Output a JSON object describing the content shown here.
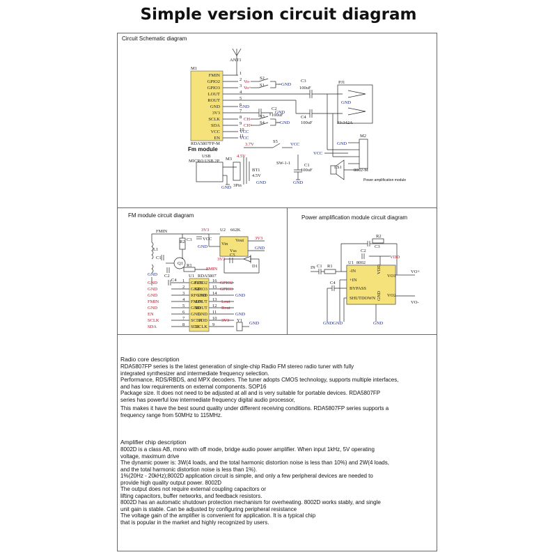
{
  "title": "Simple version circuit diagram",
  "sections": {
    "schematic": "Circuit Schematic diagram",
    "fm": "FM module circuit diagram",
    "amp": "Power amplification module circuit diagram"
  },
  "schematic": {
    "ant": "ANT1",
    "m1": "M1",
    "pins": [
      "FMIN",
      "GPIO2",
      "GPIO3",
      "LOUT",
      "ROUT",
      "GND",
      "3V3",
      "SCLK",
      "SDA",
      "VCC",
      "EN"
    ],
    "pin_numbers": [
      "1",
      "2",
      "3",
      "4",
      "5",
      "6",
      "7",
      "8",
      "9",
      "10",
      "11"
    ],
    "chip_name": "RDA5807FP-M",
    "fm_module": "Fm module",
    "vol_minus": "Vo-",
    "vol_plus": "Vo+",
    "ch_minus": "CH-",
    "ch_plus": "CH+",
    "s1": "S1",
    "s2": "S2",
    "s3": "S3",
    "s4": "S4",
    "s5": "S5",
    "gnd": "GND",
    "vcc": "VCC",
    "c2": "C2",
    "c2_val": "100uF",
    "c3": "C3",
    "c3_val": "100uF",
    "c4": "C4",
    "c4_val": "100uF",
    "pj1": "PJ1",
    "pj_part": "PJ-342A",
    "m2": "M2",
    "m2_part": "8002-M",
    "m2_caption": "Power amplification module",
    "ls1": "LS1",
    "usb": "USB",
    "micro_usb": "MICRO USB 2P",
    "m3": "M3",
    "m3_part": "3Pin",
    "v37": "3.7V",
    "v45": "4.5V",
    "bt1": "BT1",
    "bt_val": "4.5V",
    "sw": "SW-1-1",
    "c1": "C1",
    "c1_val": "100uF"
  },
  "fm_circuit": {
    "fmin": "FMIN",
    "r2": "R2",
    "r1": "R1",
    "l1": "L1",
    "c3": "C3",
    "c2": "C2",
    "c1": "C1",
    "q1": "Q1",
    "v3v3": "3V3",
    "vcc": "VCC",
    "u2": "U2",
    "u2_part": "662K",
    "vout": "Vout",
    "vin": "Vin",
    "vss": "Vss",
    "c5": "C5",
    "d1": "D1",
    "gnd": "GND",
    "u1": "U1",
    "u1_part": "RDA5807",
    "left_nets": [
      "GND",
      "GND",
      "GND",
      "FMIN",
      "GND",
      "EN",
      "SCLK",
      "SDA"
    ],
    "left_pins": [
      "GPIO1",
      "GND",
      "RFGND",
      "FMIN",
      "GND",
      "GND",
      "SCLK",
      "SDA"
    ],
    "left_nums": [
      "1",
      "2",
      "3",
      "4",
      "5",
      "6",
      "7",
      "8"
    ],
    "right_pins": [
      "GPIO2",
      "GPIO3",
      "GND",
      "LOUT",
      "ROUT",
      "GND",
      "VDD",
      "RCLK"
    ],
    "right_nums": [
      "16",
      "15",
      "14",
      "13",
      "12",
      "11",
      "10",
      "9"
    ],
    "right_nets": [
      "GPIO2",
      "GPIO3",
      "GND",
      "Lout",
      "Rout",
      "GND",
      "3V3",
      ""
    ],
    "c4": "C4",
    "y1": "Y1"
  },
  "amp_circuit": {
    "in": "IN",
    "r1": "R1",
    "c1": "C1",
    "r2": "R2",
    "c2": "C2",
    "c3": "C3",
    "c4": "C4",
    "u1": "U1",
    "u1_part": "8002",
    "pin_in_minus": "-IN",
    "pin_in_plus": "+IN",
    "pin_bypass": "BYPASS",
    "pin_shutdown": "SHUTDOWN",
    "pin_vo1": "VO1",
    "pin_vo2": "VO2",
    "pin_vdd": "VDD",
    "pin_gnd": "GND",
    "vdd": "VDD",
    "vo_plus": "VO+",
    "vo_minus": "VO-",
    "gnd": "GND"
  },
  "radio": {
    "heading": "Radio core description",
    "lines": [
      "RDA5807FP series is the latest generation of single-chip Radio FM stereo radio tuner with fully",
      "integrated synthesizer and intermediate frequency selection.",
      "Performance, RDS/RBDS, and MPX decoders. The tuner adopts CMOS technology, supports multiple interfaces,",
      "and has low requirements on external components. SOP16",
      "Package size. It does not need to be adjusted at all and is very suitable for portable devices. RDA5807FP",
      "series has powerful low intermediate frequency digital audio processor,",
      "This makes it have the best sound quality under different receiving conditions. RDA5807FP series supports a",
      "frequency range from 50MHz to 115MHz."
    ]
  },
  "amplifier": {
    "heading": "Amplifier chip description",
    "lines": [
      "8002D is a class AB, mono with off mode, bridge audio power amplifier. When input 1kHz, 5V operating",
      "voltage, maximum drive",
      "The dynamic power is: 3W(4 loads, and the total harmonic distortion noise is less than 10%) and 2W(4 loads,",
      "and the total harmonic distortion noise is less than 1%).",
      "1%(20Hz - 20kHz);8002D application circuit is simple, and only a few peripheral devices are needed to",
      "provide high quality output power. 8002D",
      "The output does not require external coupling capacitors or",
      "lifting capacitors, buffer networks, and feedback resistors.",
      "8002D has an automatic shutdown protection mechanism for overheating. 8002D works stably, and single",
      "unit gain is stable. Can be adjusted by configuring peripheral resistance",
      "The voltage gain of the amplifier is convenient for application. It is a typical chip",
      "that is popular in the market and highly recognized by users."
    ]
  }
}
